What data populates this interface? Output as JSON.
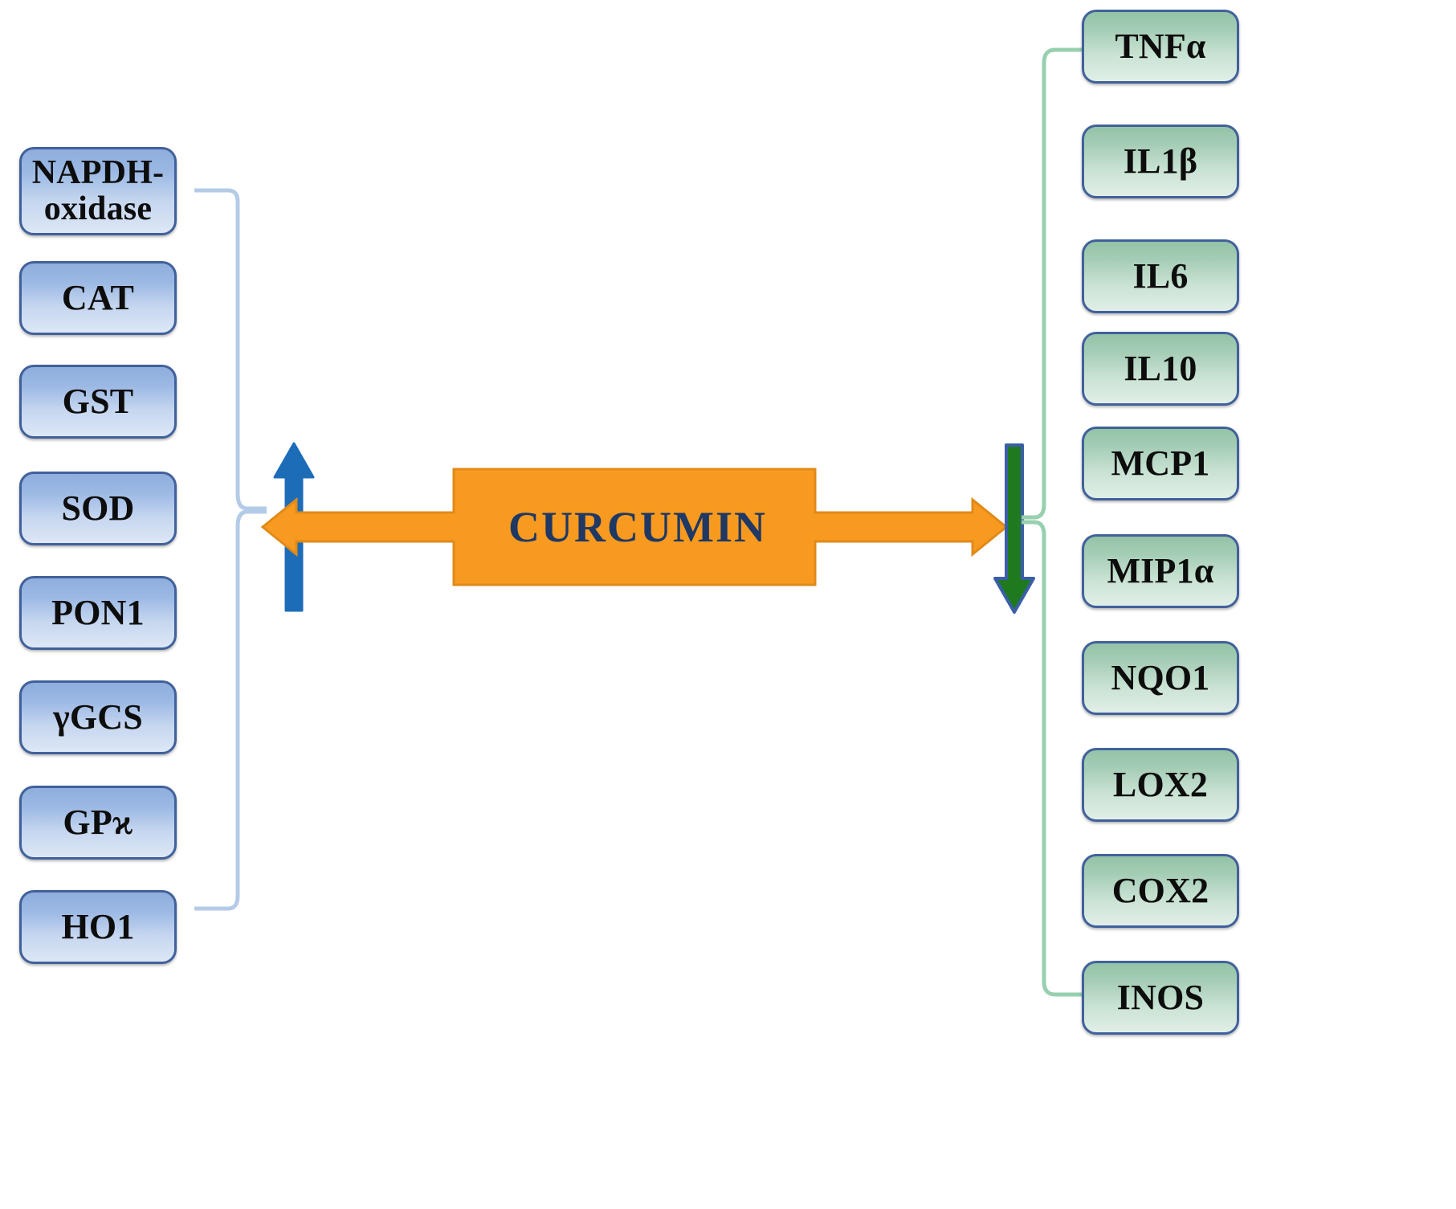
{
  "title": "Curcumin effects diagram",
  "center": {
    "label": "CURCUMIN",
    "box_color": "#f79a1f",
    "text_color": "#1f3864"
  },
  "left_panel": {
    "effect": "upregulation",
    "arrow_name": "blue-up-arrow",
    "arrow_color": "#1d6cb8",
    "bracket_color": "#b4cbe8",
    "box_fill_top": "#8faedd",
    "box_fill_bottom": "#dde7f6",
    "box_border": "#41619b",
    "items": [
      {
        "label": "NAPDH-oxidase",
        "lines": [
          "NAPDH-",
          "oxidase"
        ]
      },
      {
        "label": "CAT",
        "lines": [
          "CAT"
        ]
      },
      {
        "label": "GST",
        "lines": [
          "GST"
        ]
      },
      {
        "label": "SOD",
        "lines": [
          "SOD"
        ]
      },
      {
        "label": "PON1",
        "lines": [
          "PON1"
        ]
      },
      {
        "label": "γGCS",
        "lines": [
          "γGCS"
        ]
      },
      {
        "label": "GPϰ",
        "lines": [
          "GPϰ"
        ]
      },
      {
        "label": "HO1",
        "lines": [
          "HO1"
        ]
      }
    ]
  },
  "right_panel": {
    "effect": "downregulation",
    "arrow_name": "green-down-arrow",
    "arrow_color": "#1f7a1f",
    "arrow_border_color": "#3a5fa8",
    "bracket_color": "#97d0ae",
    "box_fill_top": "#93c3a7",
    "box_fill_bottom": "#e1efe7",
    "box_border": "#41619b",
    "items": [
      {
        "label": "TNFα"
      },
      {
        "label": "IL1β"
      },
      {
        "label": "IL6"
      },
      {
        "label": "IL10"
      },
      {
        "label": "MCP1"
      },
      {
        "label": "MIP1α"
      },
      {
        "label": "NQO1"
      },
      {
        "label": "LOX2"
      },
      {
        "label": "COX2"
      },
      {
        "label": "INOS"
      }
    ]
  }
}
